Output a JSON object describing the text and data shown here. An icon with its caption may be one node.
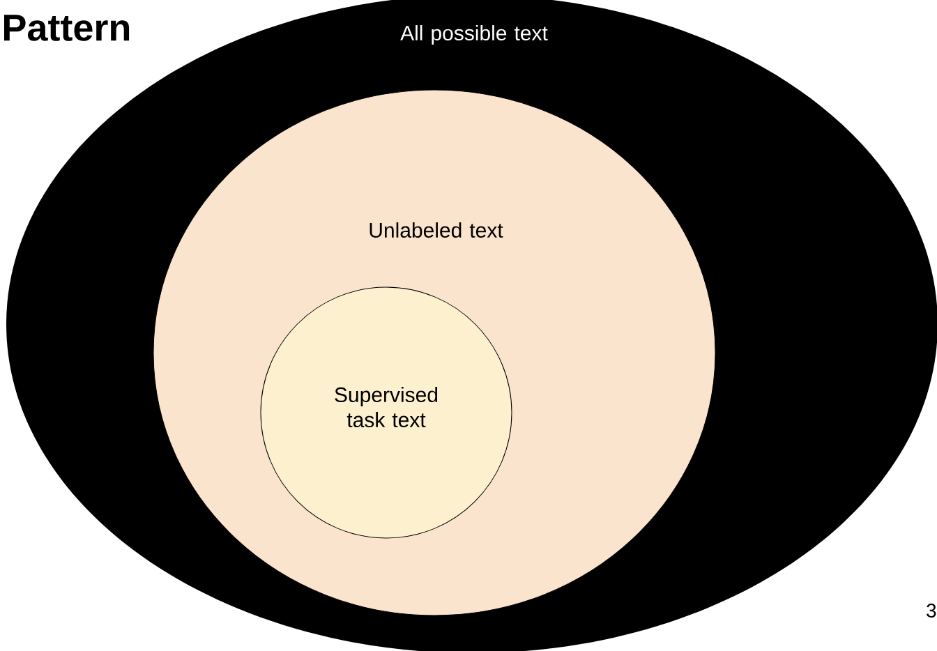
{
  "diagram": {
    "title": "Pattern",
    "nodes": [
      {
        "text": [
          "All possible text"
        ]
      },
      {
        "text": [
          "Unlabeled text"
        ],
        "in": 0
      },
      {
        "text": [
          "Supervised task text"
        ],
        "in": 1
      }
    ],
    "labels": [
      "3"
    ]
  }
}
